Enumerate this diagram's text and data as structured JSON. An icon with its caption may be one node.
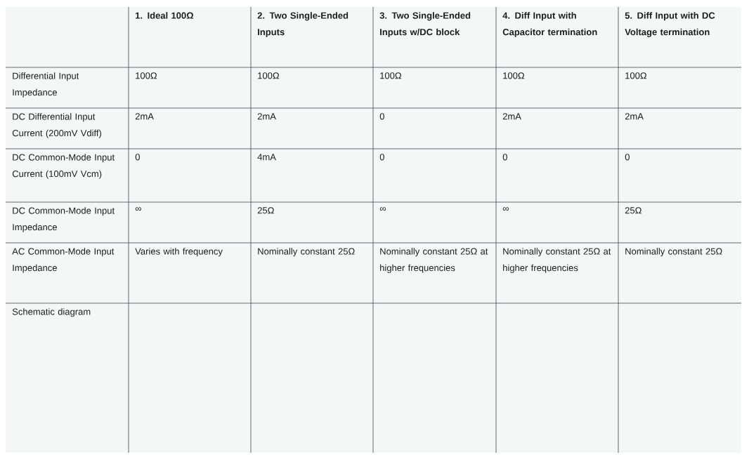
{
  "diagram": {
    "labels": [
      "1. Ideal 100Ω",
      "2. Two Single-Ended Inputs",
      "3. Two Single-Ended Inputs w/DC block",
      "4. Diff Input with Capacitor termination",
      "5. Diff Input with DC Voltage termination",
      "Differential Input Impedance",
      "100Ω",
      "100Ω",
      "100Ω",
      "100Ω",
      "100Ω",
      "DC Differential Input Current (200mV Vdiff)",
      "2mA",
      "2mA",
      "0",
      "2mA",
      "2mA",
      "DC Common-Mode Input Current (100mV Vcm)",
      "0",
      "4mA",
      "0",
      "0",
      "0",
      "DC Common-Mode Input Impedance",
      "∞",
      "25Ω",
      "∞",
      "∞",
      "25Ω",
      "AC Common-Mode Input Impedance",
      "Varies with frequency",
      "Nominally constant 25Ω",
      "Nominally constant 25Ω at higher frequencies",
      "Nominally constant 25Ω at higher frequencies",
      "Nominally constant 25Ω",
      "Schematic diagram"
    ]
  }
}
